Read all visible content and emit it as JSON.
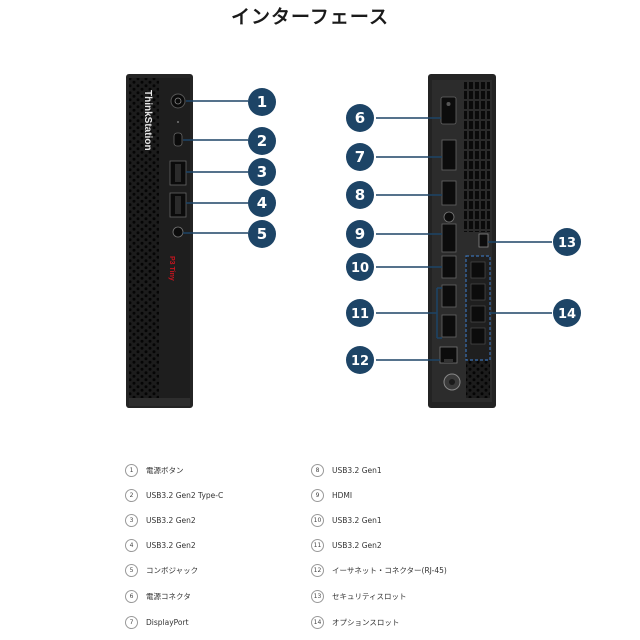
{
  "title": "インターフェース",
  "front_brand": "ThinkStation",
  "front_model": "P3 Tiny",
  "callouts": [
    "1",
    "2",
    "3",
    "4",
    "5",
    "6",
    "7",
    "8",
    "9",
    "10",
    "11",
    "12",
    "13",
    "14"
  ],
  "legend": [
    {
      "num": "1",
      "label": "電源ボタン"
    },
    {
      "num": "2",
      "label": "USB3.2 Gen2 Type-C"
    },
    {
      "num": "3",
      "label": "USB3.2 Gen2"
    },
    {
      "num": "4",
      "label": "USB3.2 Gen2"
    },
    {
      "num": "5",
      "label": "コンボジャック"
    },
    {
      "num": "6",
      "label": "電源コネクタ"
    },
    {
      "num": "7",
      "label": "DisplayPort"
    },
    {
      "num": "8",
      "label": "USB3.2 Gen1"
    },
    {
      "num": "9",
      "label": "HDMI"
    },
    {
      "num": "10",
      "label": "USB3.2 Gen1"
    },
    {
      "num": "11",
      "label": "USB3.2 Gen2"
    },
    {
      "num": "12",
      "label": "イーサネット・コネクター(RJ-45)"
    },
    {
      "num": "13",
      "label": "セキュリティスロット"
    },
    {
      "num": "14",
      "label": "オプションスロット"
    }
  ],
  "colors": {
    "callout": "#1d4466",
    "brand_red": "#c8141e",
    "device": "#222222"
  }
}
